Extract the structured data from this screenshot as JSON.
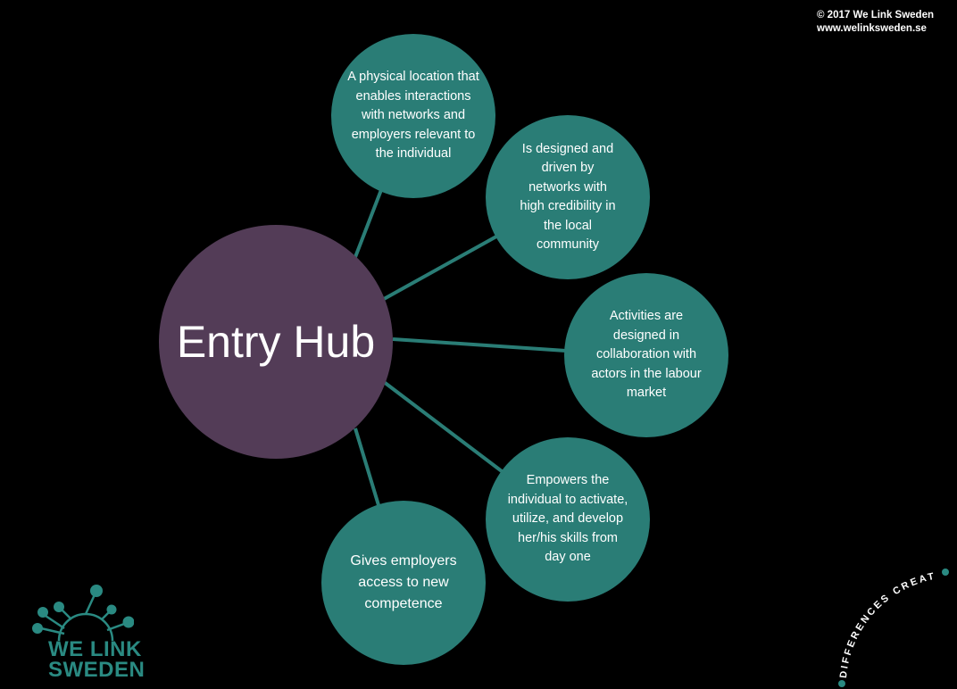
{
  "copyright": {
    "line1": "© 2017 We Link Sweden",
    "line2": "www.welinksweden.se"
  },
  "hub": {
    "label": "Entry Hub"
  },
  "nodes": [
    {
      "text": "A physical location that enables interactions with networks and employers relevant to the individual"
    },
    {
      "text": "Is designed and driven by networks with high credibility in the local community"
    },
    {
      "text": "Activities are designed in collaboration with actors in the labour market"
    },
    {
      "text": "Empowers the individual to activate, utilize, and develop her/his skills from day one"
    },
    {
      "text": "Gives employers access to new competence"
    }
  ],
  "logo": {
    "line1": "WE LINK",
    "line2": "SWEDEN"
  },
  "slogan": "DIFFERENCES CREATE GREATNESS",
  "colors": {
    "teal": "#2a7d76",
    "purple": "#533c57",
    "background": "#000000"
  }
}
